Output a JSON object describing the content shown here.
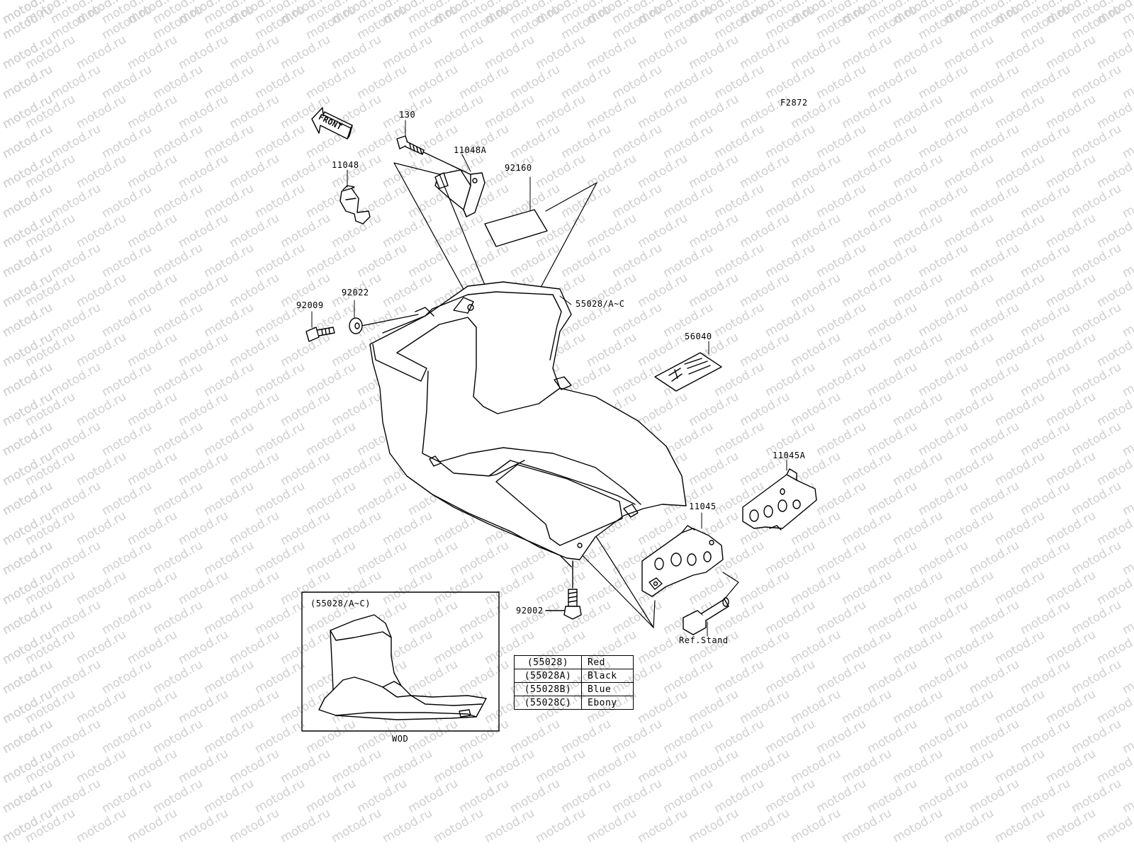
{
  "figure_code": "F2872",
  "front_label": "FRONT",
  "watermark_text": "motod.ru",
  "parts": {
    "p130": "130",
    "p11048A": "11048A",
    "p11048": "11048",
    "p92160": "92160",
    "p92022": "92022",
    "p92009": "92009",
    "p55028": "55028/A~C",
    "p56040": "56040",
    "p11045A": "11045A",
    "p11045": "11045",
    "p92002": "92002",
    "ref_stand": "Ref.Stand"
  },
  "inset": {
    "title": "(55028/A~C)",
    "caption": "WOD"
  },
  "color_table": [
    {
      "code": "(55028)",
      "color": "Red"
    },
    {
      "code": "(55028A)",
      "color": "Black"
    },
    {
      "code": "(55028B)",
      "color": "Blue"
    },
    {
      "code": "(55028C)",
      "color": "Ebony"
    }
  ]
}
